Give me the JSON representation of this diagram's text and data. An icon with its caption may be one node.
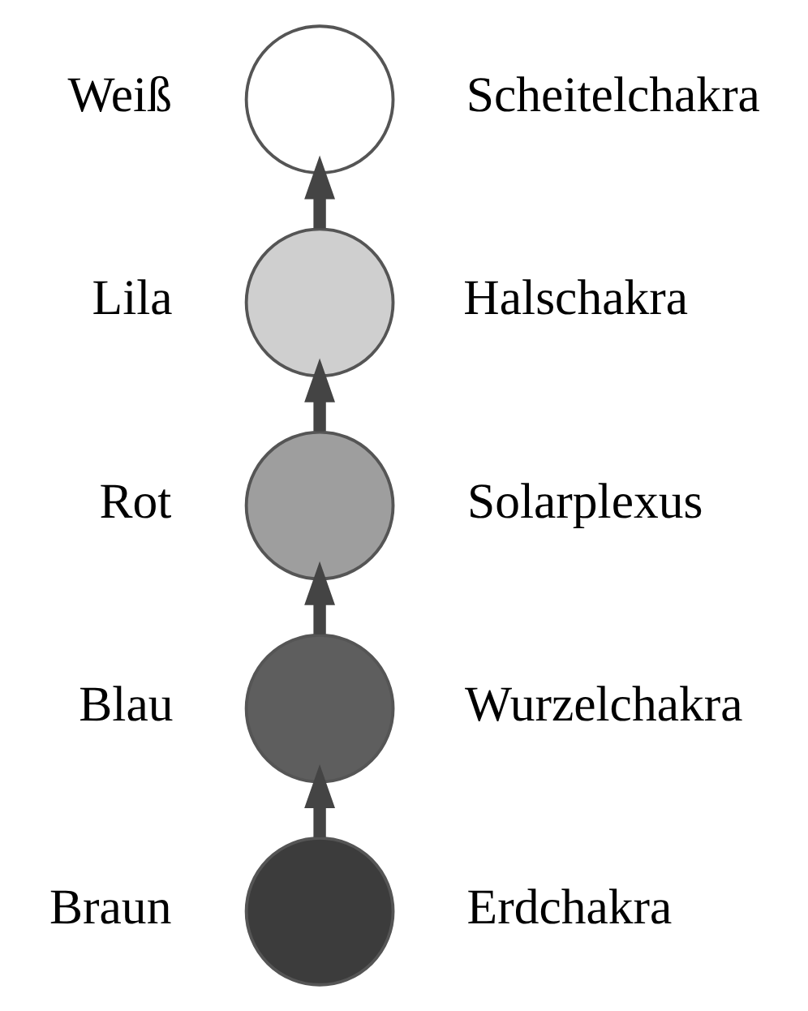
{
  "diagram": {
    "nodes": [
      {
        "text": [],
        "shape": "circle",
        "beside": [
          "Weiß",
          "Scheitelchakra"
        ]
      },
      {
        "text": [],
        "shape": "circle",
        "beside": [
          "Lila",
          "Halschakra"
        ]
      },
      {
        "text": [],
        "shape": "circle",
        "beside": [
          "Rot",
          "Solarplexus"
        ]
      },
      {
        "text": [],
        "shape": "circle",
        "beside": [
          "Blau",
          "Wurzelchakra"
        ]
      },
      {
        "text": [],
        "shape": "circle",
        "beside": [
          "Braun",
          "Erdchakra"
        ]
      }
    ],
    "edges": [
      {
        "from": 1,
        "to": 0,
        "arrow": "to"
      },
      {
        "from": 2,
        "to": 1,
        "arrow": "to"
      },
      {
        "from": 3,
        "to": 2,
        "arrow": "to"
      },
      {
        "from": 4,
        "to": 3,
        "arrow": "to"
      }
    ]
  }
}
